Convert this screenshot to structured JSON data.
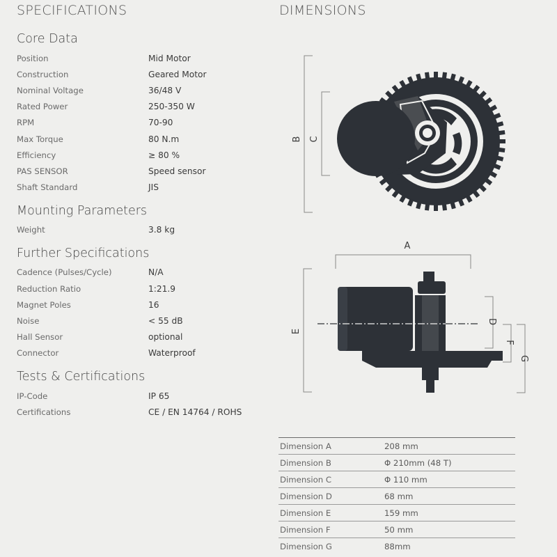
{
  "headings": {
    "specifications": "SPECIFICATIONS",
    "dimensions": "DIMENSIONS"
  },
  "sections": [
    {
      "title": "Core Data",
      "rows": [
        {
          "label": "Position",
          "value": "Mid Motor"
        },
        {
          "label": "Construction",
          "value": "Geared Motor"
        },
        {
          "label": "Nominal Voltage",
          "value": "36/48 V"
        },
        {
          "label": "Rated Power",
          "value": "250-350 W"
        },
        {
          "label": "RPM",
          "value": "70-90"
        },
        {
          "label": "Max Torque",
          "value": "80 N.m"
        },
        {
          "label": "Efficiency",
          "value": "≥ 80 %"
        },
        {
          "label": "PAS SENSOR",
          "value": "Speed sensor"
        },
        {
          "label": "Shaft Standard",
          "value": "JIS"
        }
      ]
    },
    {
      "title": "Mounting Parameters",
      "rows": [
        {
          "label": "Weight",
          "value": "3.8 kg"
        }
      ]
    },
    {
      "title": "Further Specifications",
      "rows": [
        {
          "label": "Cadence (Pulses/Cycle)",
          "value": "N/A"
        },
        {
          "label": "Reduction Ratio",
          "value": "1:21.9"
        },
        {
          "label": "Magnet Poles",
          "value": "16"
        },
        {
          "label": "Noise",
          "value": "< 55 dB"
        },
        {
          "label": "Hall Sensor",
          "value": "optional"
        },
        {
          "label": "Connector",
          "value": "Waterproof"
        }
      ]
    },
    {
      "title": "Tests & Certifications",
      "rows": [
        {
          "label": "IP-Code",
          "value": "IP 65"
        },
        {
          "label": "Certifications",
          "value": "CE / EN 14764 / ROHS"
        }
      ]
    }
  ],
  "diagram_labels": {
    "a": "A",
    "b": "B",
    "c": "C",
    "d": "D",
    "e": "E",
    "f": "F",
    "g": "G"
  },
  "dimensions": [
    {
      "label": "Dimension A",
      "value": "208 mm"
    },
    {
      "label": "Dimension B",
      "value": "Φ 210mm (48 T)"
    },
    {
      "label": "Dimension C",
      "value": "Φ 110 mm"
    },
    {
      "label": "Dimension D",
      "value": "68 mm"
    },
    {
      "label": "Dimension E",
      "value": "159 mm"
    },
    {
      "label": "Dimension F",
      "value": "50 mm"
    },
    {
      "label": "Dimension G",
      "value": "88mm"
    }
  ],
  "colors": {
    "background": "#efefed",
    "motor": "#2d3137",
    "text": "#3c3c3c"
  }
}
